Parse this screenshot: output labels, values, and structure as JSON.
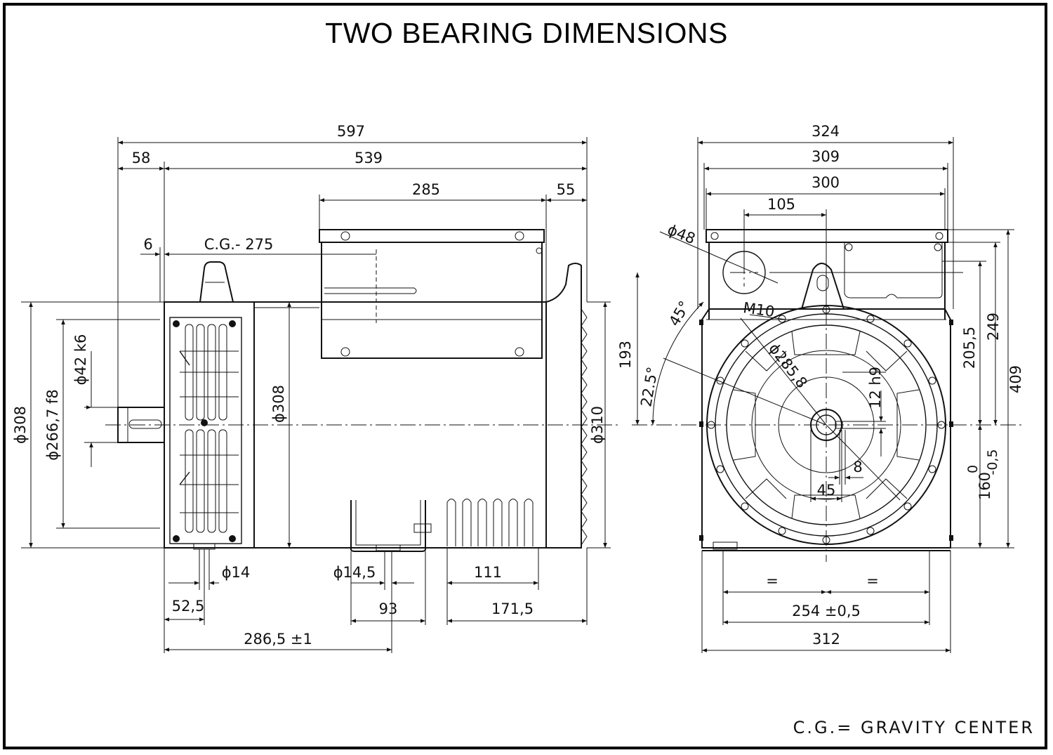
{
  "title": "TWO BEARING DIMENSIONS",
  "footer": "C.G.= GRAVITY CENTER",
  "side_view": {
    "dim_overall_length": "597",
    "dim_body_length": "539",
    "dim_shaft_extension": "58",
    "dim_terminal_box_length": "285",
    "dim_rear_overhang": "55",
    "dim_shoulder": "6",
    "dim_cg": "C.G.- 275",
    "dim_shaft_dia": "ϕ42 k6",
    "dim_spigot_dia": "ϕ266,7 f8",
    "dim_flange_dia": "ϕ308",
    "dim_frame_dia": "ϕ308",
    "dim_rear_dia": "ϕ310",
    "dim_hole_dia_14": "ϕ14",
    "dim_hole_dia_14_5": "ϕ14,5",
    "dim_111": "111",
    "dim_52_5": "52,5",
    "dim_93": "93",
    "dim_171_5": "171,5",
    "dim_286_5": "286,5 ±1"
  },
  "end_view": {
    "dim_324": "324",
    "dim_309": "309",
    "dim_300": "300",
    "dim_105": "105",
    "dim_cable_hole": "ϕ48",
    "dim_thread": "M10",
    "dim_pcd": "ϕ285,8",
    "dim_angle_45": "45°",
    "dim_angle_22_5": "22.5°",
    "dim_193": "193",
    "dim_205_5": "205,5",
    "dim_249": "249",
    "dim_409": "409",
    "dim_key_width": "12 h9",
    "dim_key_depth": "8",
    "dim_45": "45",
    "dim_shaft_height_nominal": "160",
    "dim_shaft_height_tol_upper": "0",
    "dim_shaft_height_tol_lower": "-0,5",
    "dim_equal_left": "=",
    "dim_equal_right": "=",
    "dim_foot_spacing": "254 ±0,5",
    "dim_foot_width": "312"
  }
}
